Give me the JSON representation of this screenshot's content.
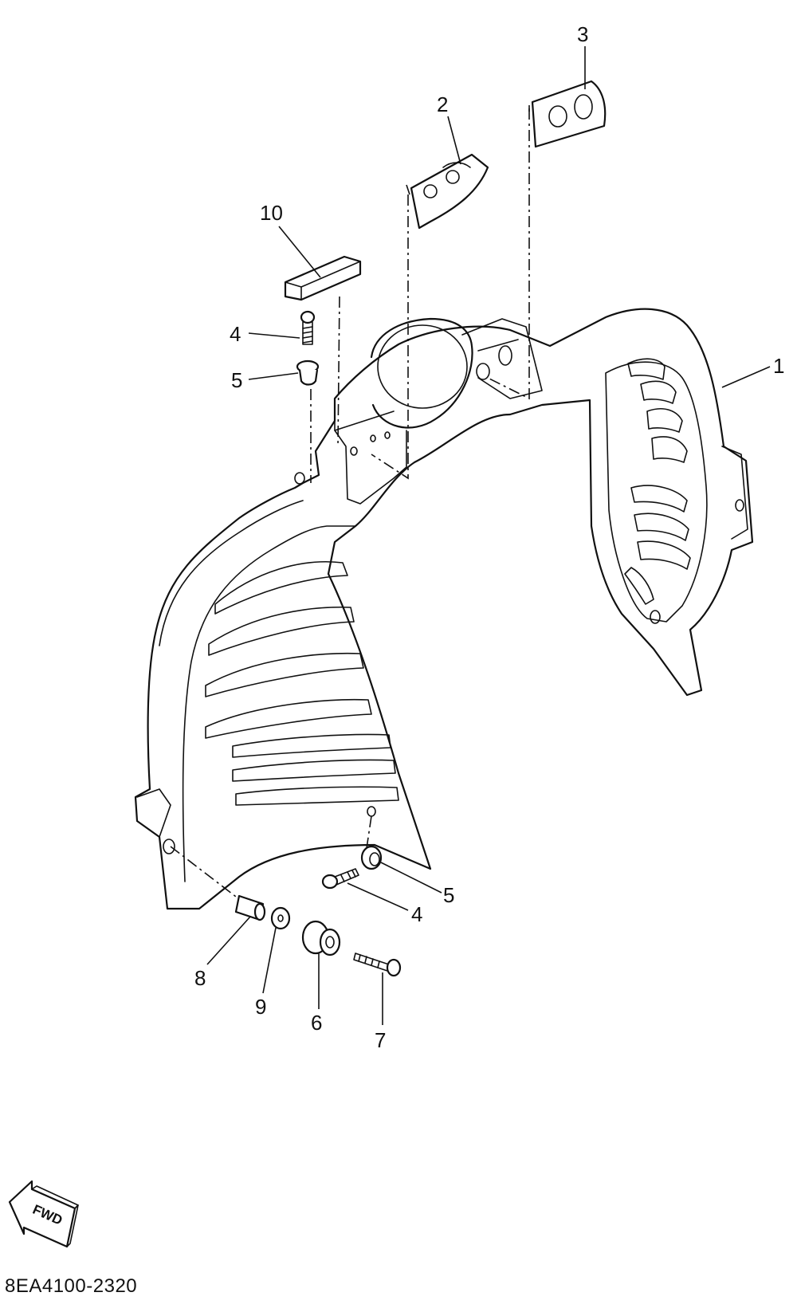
{
  "diagram": {
    "diagram_code": "8EA4100-2320",
    "fwd_label": "FWD",
    "callouts": [
      "1",
      "2",
      "3",
      "4",
      "5",
      "6",
      "7",
      "8",
      "9",
      "10"
    ],
    "callout_instances": {
      "c1": "1",
      "c2": "2",
      "c3": "3",
      "c4a": "4",
      "c4b": "4",
      "c5a": "5",
      "c5b": "5",
      "c6": "6",
      "c7": "7",
      "c8": "8",
      "c9": "9",
      "c10": "10"
    }
  }
}
